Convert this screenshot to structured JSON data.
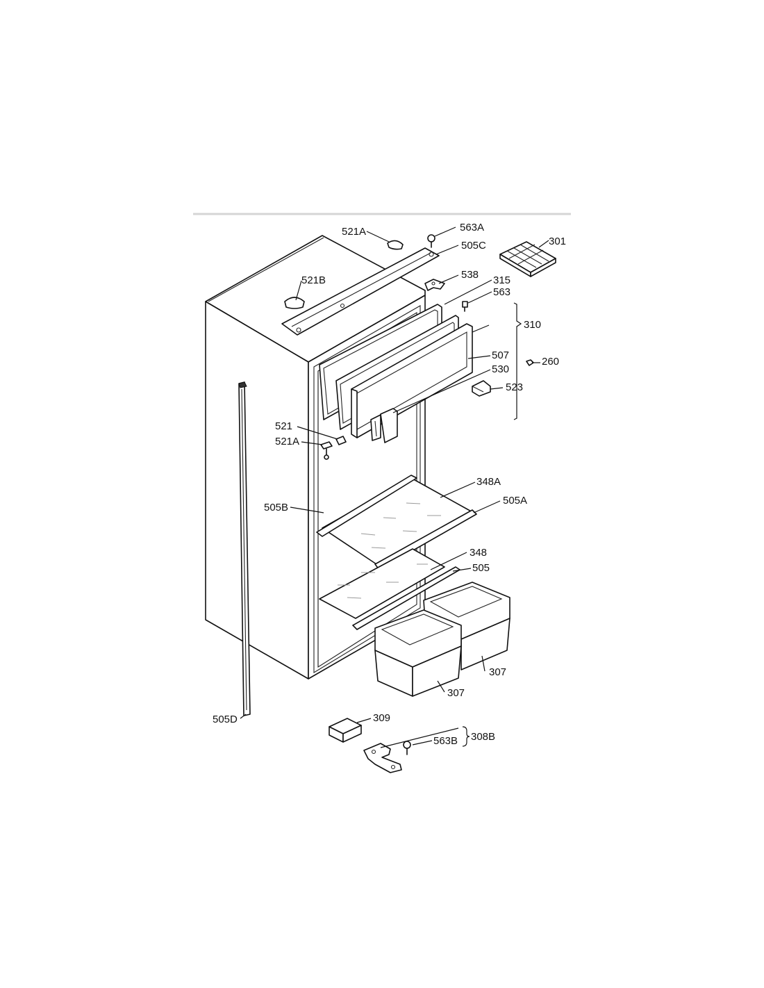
{
  "labels": {
    "p521A_top": "521A",
    "p563A": "563A",
    "p505C": "505C",
    "p301": "301",
    "p521B": "521B",
    "p538": "538",
    "p315": "315",
    "p563": "563",
    "p310": "310",
    "p507": "507",
    "p530": "530",
    "p260": "260",
    "p523": "523",
    "p521": "521",
    "p521A": "521A",
    "p348A": "348A",
    "p505A": "505A",
    "p505B": "505B",
    "p348": "348",
    "p505": "505",
    "p307_right": "307",
    "p307_left": "307",
    "p505D": "505D",
    "p309": "309",
    "p563B": "563B",
    "p308B": "308B"
  }
}
